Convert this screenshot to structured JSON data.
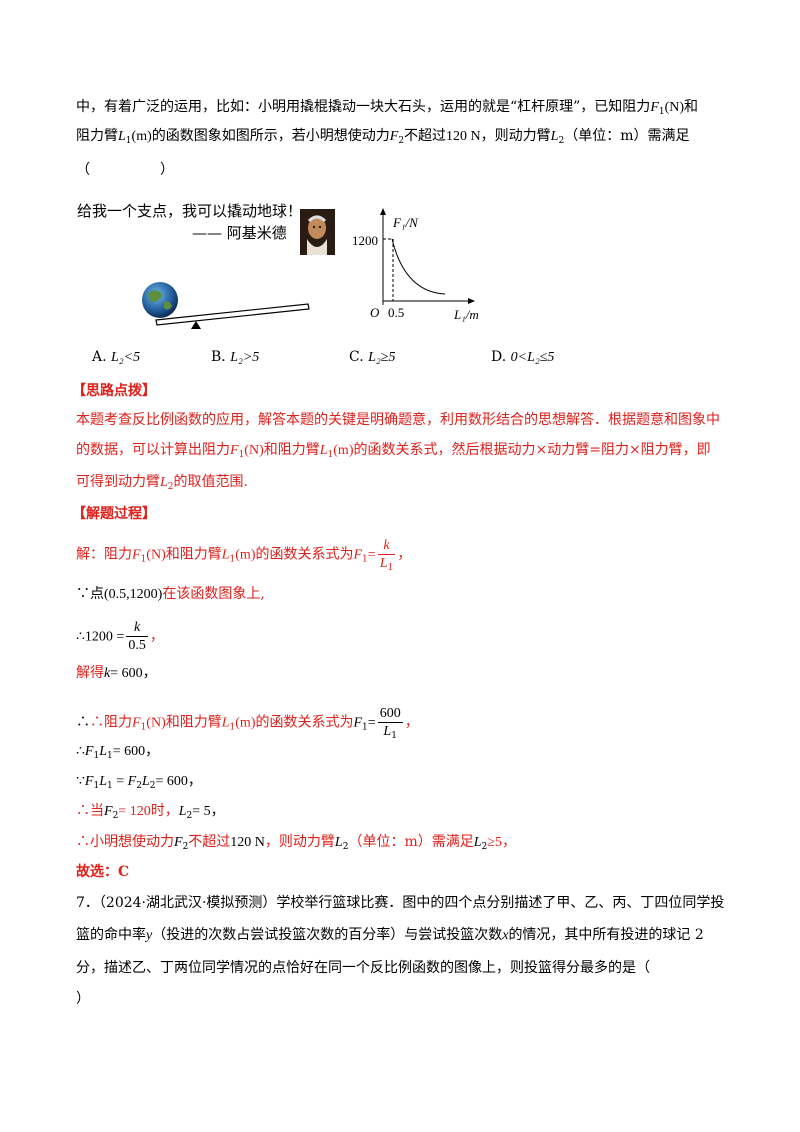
{
  "problem": {
    "line1_a": "中，有着广泛的运用，比如：小明用撬棍撬动一块大石头，运用的就是“杠杆原理”，已知阻力",
    "F": "F",
    "s1": "1",
    "s2": "2",
    "L": "L",
    "unitN": "(N)",
    "line1_b": "和",
    "line2_a": "阻力臂",
    "unitM": "(m)",
    "line2_b": "的函数图象如图所示，若小明想使动力",
    "line2_c": "不超过",
    "v120N": "120 N",
    "line2_d": "，则动力臂",
    "line2_e": "（单位：m）需满足",
    "paren": "（　　　　　）"
  },
  "figure": {
    "quote_line1": "给我一个支点，我可以撬动地球！",
    "quote_line2": "—— 阿基米德",
    "y_axis_label": "F₁/N",
    "x_axis_label": "L₁/m",
    "origin": "O",
    "tick_y": "1200",
    "tick_x": "0.5"
  },
  "options": [
    {
      "letter": "A.",
      "expr": "L₂<5"
    },
    {
      "letter": "B.",
      "expr": "L₂>5"
    },
    {
      "letter": "C.",
      "expr": "L₂≥5"
    },
    {
      "letter": "D.",
      "expr": "0<L₂≤5"
    }
  ],
  "hint": {
    "heading": "【思路点拨】",
    "line1": "本题考查反比例函数的应用，解答本题的关键是明确题意，利用数形结合的思想解答．根据题意和图象中",
    "line2_a": "的数据，可以计算出阻力",
    "line2_b": "和阻力臂",
    "line2_c": "的函数关系式，然后根据动力×动力臂=阻力×阻力臂，即",
    "line3_a": "可得到动力臂",
    "line3_b": "的取值范围."
  },
  "solution": {
    "heading": "【解题过程】",
    "s1_a": "解：阻力",
    "s1_b": "和阻力臂",
    "s1_c": "的函数关系式为",
    "k": "k",
    "s2_a": "∵点",
    "s2_point": "(0.5,1200)",
    "s2_b": "在该函数图象上,",
    "s3_a": "∴1200 =",
    "s3_den": "0.5",
    "comma": "，",
    "s4_a": "解得",
    "s4_b": "= 600，",
    "s5_a": "∴阻力",
    "s5_b": "和阻力臂",
    "s5_c": "的函数关系式为",
    "s5_num": "600",
    "s6_a": "∴",
    "s6_b": "= 600，",
    "s7_a": "∵",
    "s7_b": "= 600，",
    "s8_a": "∴当",
    "s8_b": "= 120时，",
    "s8_c": "= 5，",
    "s9_a": "∴小明想使动力",
    "s9_b": "不超过",
    "s9_c": "，则动力臂",
    "s9_d": "（单位：m）需满足",
    "s9_e": "≥5，",
    "answer": "故选：C"
  },
  "next_problem": {
    "line1": "7．（2024·湖北武汉·模拟预测）学校举行篮球比赛．图中的四个点分别描述了甲、乙、丙、丁四位同学投",
    "line2_a": "篮的命中率",
    "y": "y",
    "line2_b": "（投进的次数占尝试投篮次数的百分率）与尝试投篮次数",
    "x": "x",
    "line2_c": "的情况，其中所有投进的球记 2",
    "line3": "分，描述乙、丁两位同学情况的点恰好在同一个反比例函数的图像上，则投篮得分最多的是（",
    "line4": "）"
  }
}
